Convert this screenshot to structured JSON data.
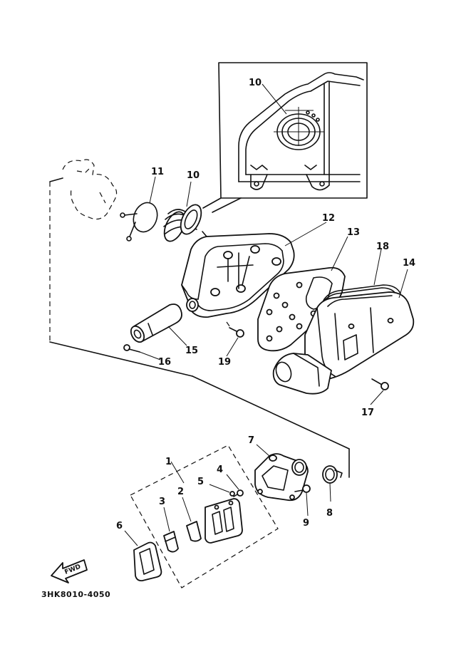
{
  "diagram": {
    "labels": {
      "p1": "1",
      "p2": "2",
      "p3": "3",
      "p4": "4",
      "p5": "5",
      "p6": "6",
      "p7": "7",
      "p8": "8",
      "p9": "9",
      "p10_inset": "10",
      "p10": "10",
      "p11": "11",
      "p12": "12",
      "p13": "13",
      "p14": "14",
      "p15": "15",
      "p16": "16",
      "p17": "17",
      "p18": "18",
      "p19": "19"
    },
    "fwd_label": "FWD",
    "drawing_code": "3HK8010-4050"
  }
}
